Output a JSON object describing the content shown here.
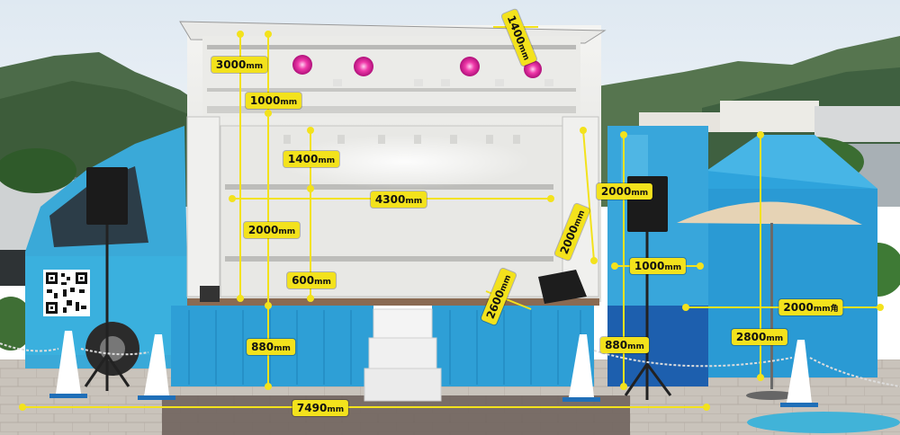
{
  "colors": {
    "accent": "#f3e21c",
    "truck_blue": "#3aa9d8",
    "skirt_blue": "#2e9fd6",
    "spot_magenta": "#e7259c"
  },
  "dimensions": [
    {
      "id": "dim-3000",
      "value": "3000",
      "unit": "mm"
    },
    {
      "id": "dim-1000-top",
      "value": "1000",
      "unit": "mm"
    },
    {
      "id": "dim-1400-top",
      "value": "1400",
      "unit": "mm"
    },
    {
      "id": "dim-1400-inner",
      "value": "1400",
      "unit": "mm"
    },
    {
      "id": "dim-4300",
      "value": "4300",
      "unit": "mm"
    },
    {
      "id": "dim-2000-left",
      "value": "2000",
      "unit": "mm"
    },
    {
      "id": "dim-600",
      "value": "600",
      "unit": "mm"
    },
    {
      "id": "dim-2000-diag",
      "value": "2000",
      "unit": "mm"
    },
    {
      "id": "dim-2600-diag",
      "value": "2600",
      "unit": "mm"
    },
    {
      "id": "dim-880-left",
      "value": "880",
      "unit": "mm"
    },
    {
      "id": "dim-7490",
      "value": "7490",
      "unit": "mm"
    },
    {
      "id": "dim-2000-speaker",
      "value": "2000",
      "unit": "mm"
    },
    {
      "id": "dim-1000-speaker",
      "value": "1000",
      "unit": "mm"
    },
    {
      "id": "dim-880-right",
      "value": "880",
      "unit": "mm"
    },
    {
      "id": "dim-2000-tent",
      "value": "2000",
      "unit": "mm角"
    },
    {
      "id": "dim-2800-tent",
      "value": "2800",
      "unit": "mm"
    }
  ]
}
